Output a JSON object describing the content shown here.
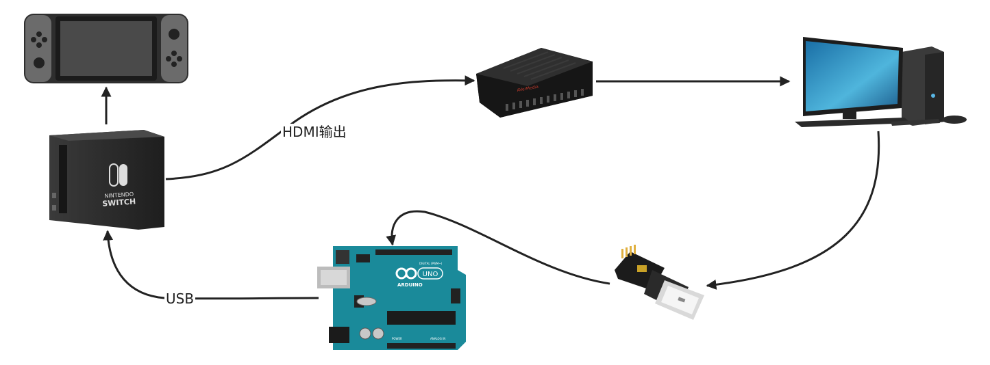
{
  "edges": {
    "hdmi_label": "HDMI输出",
    "usb_label": "USB"
  },
  "devices": {
    "console": {
      "icon": "game-console-icon"
    },
    "dock": {
      "icon": "console-dock-icon",
      "brand_line1": "NINTENDO",
      "brand_line2": "SWITCH"
    },
    "capture": {
      "icon": "capture-card-icon",
      "brand": "AVerMedia"
    },
    "pc": {
      "icon": "desktop-pc-icon"
    },
    "adapter": {
      "icon": "usb-serial-adapter-icon"
    },
    "arduino": {
      "icon": "arduino-board-icon",
      "brand": "ARDUINO",
      "model": "UNO",
      "label_digital": "DIGITAL (PWM~)",
      "label_power": "POWER",
      "label_analog": "ANALOG IN"
    }
  },
  "colors": {
    "arrow": "#222222",
    "board": "#1a8a9a",
    "dock": "#2b2b2b"
  }
}
